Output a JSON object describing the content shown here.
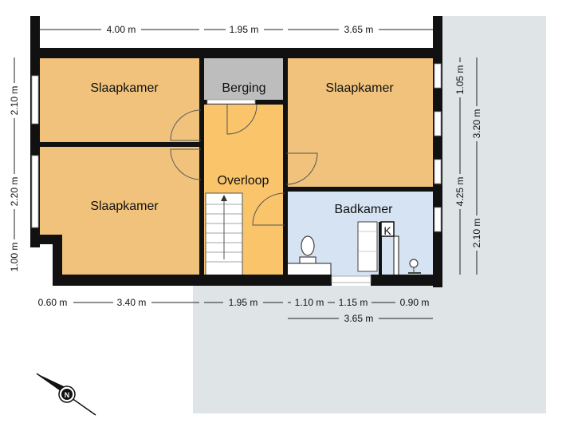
{
  "rooms": {
    "bedroom_top_left": "Slaapkamer",
    "storage": "Berging",
    "bedroom_top_right": "Slaapkamer",
    "bedroom_bottom_left": "Slaapkamer",
    "landing": "Overloop",
    "bathroom": "Badkamer",
    "kitchen_marker": "K"
  },
  "dimensions": {
    "top": [
      "4.00 m",
      "1.95 m",
      "3.65 m"
    ],
    "left": [
      "2.10 m",
      "2.20 m",
      "1.00 m"
    ],
    "right_inner": [
      "1.05 m",
      "3.20 m",
      "2.10 m"
    ],
    "right_outer": "4.25 m",
    "bottom": [
      "0.60 m",
      "3.40 m",
      "1.95 m",
      "1.10 m",
      "1.15 m",
      "0.90 m"
    ],
    "bottom_total": "3.65 m"
  },
  "compass": {
    "label": "N"
  },
  "colors": {
    "bedroom": "#f0c27b",
    "landing": "#f9c46a",
    "storage": "#bdbdbd",
    "bathroom": "#d6e3f2",
    "exterior": "#dfe4e6",
    "wall": "#111111"
  }
}
